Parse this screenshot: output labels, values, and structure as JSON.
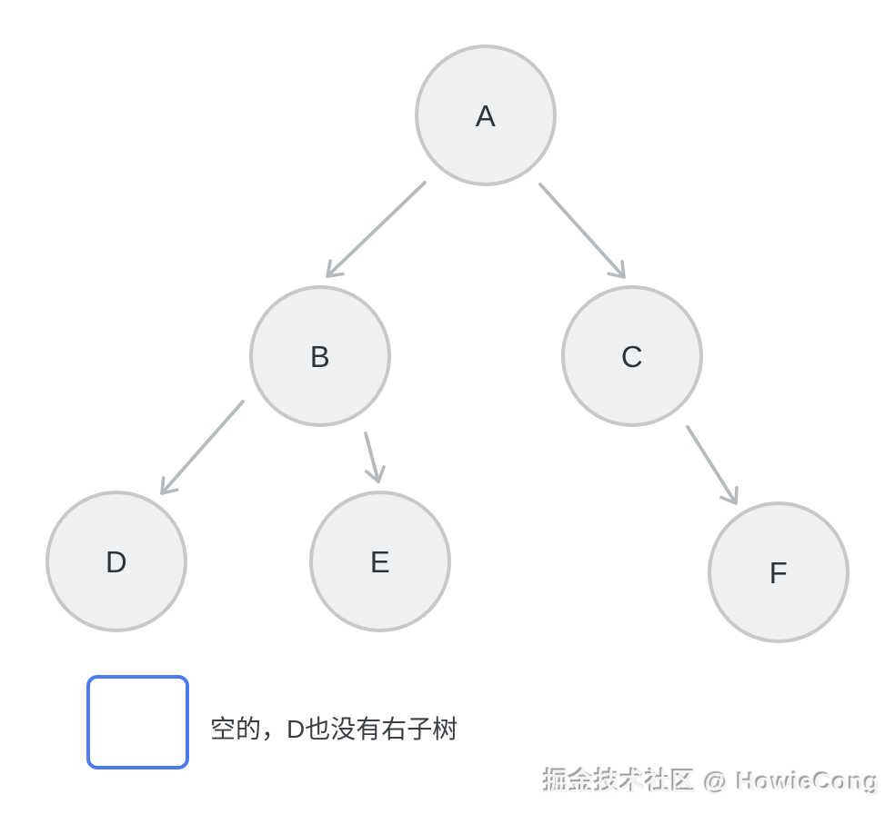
{
  "diagram": {
    "type": "binary-tree",
    "nodes": [
      {
        "id": "A",
        "label": "A"
      },
      {
        "id": "B",
        "label": "B"
      },
      {
        "id": "C",
        "label": "C"
      },
      {
        "id": "D",
        "label": "D"
      },
      {
        "id": "E",
        "label": "E"
      },
      {
        "id": "F",
        "label": "F"
      }
    ],
    "edges": [
      {
        "from": "A",
        "to": "B",
        "side": "left"
      },
      {
        "from": "A",
        "to": "C",
        "side": "right"
      },
      {
        "from": "B",
        "to": "D",
        "side": "left"
      },
      {
        "from": "B",
        "to": "E",
        "side": "right"
      },
      {
        "from": "C",
        "to": "F",
        "side": "right"
      }
    ],
    "colors": {
      "node_fill": "#eef0f1",
      "node_border": "#c6c8ca",
      "edge": "#b6babd",
      "node_label": "#2e3338"
    }
  },
  "legend": {
    "text": "空的，D也没有右子树",
    "box_border_color": "#4a7bf0"
  },
  "watermark": {
    "text": "掘金技术社区 @ HowieCong"
  }
}
